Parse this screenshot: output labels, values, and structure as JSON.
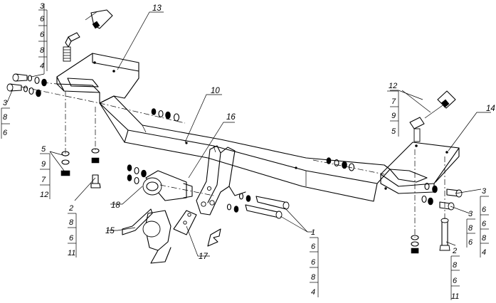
{
  "callouts": {
    "c13": "13",
    "c10": "10",
    "c16": "16",
    "c12": "12",
    "c14": "14",
    "c18": "18",
    "c15": "15",
    "c17": "17",
    "c1": "1",
    "c2_left": "2",
    "c2_right": "2",
    "c3_top": "3",
    "c3_left": "3",
    "c3_right_a": "3",
    "c3_right_b": "3",
    "c5": "5"
  },
  "stacks": {
    "top_left": [
      "3",
      "6",
      "6",
      "8",
      "4"
    ],
    "left": [
      "3",
      "8",
      "6"
    ],
    "left_mid": [
      "5",
      "9",
      "7",
      "12"
    ],
    "left_bottom": [
      "2",
      "8",
      "6",
      "11"
    ],
    "center_bottom": [
      "1",
      "6",
      "6",
      "8",
      "4"
    ],
    "right_top": [
      "12",
      "7",
      "9",
      "5"
    ],
    "right_a": [
      "3",
      "6",
      "6",
      "8",
      "4"
    ],
    "right_b": [
      "3",
      "8",
      "6"
    ],
    "right_bottom": [
      "2",
      "8",
      "6",
      "11"
    ]
  }
}
